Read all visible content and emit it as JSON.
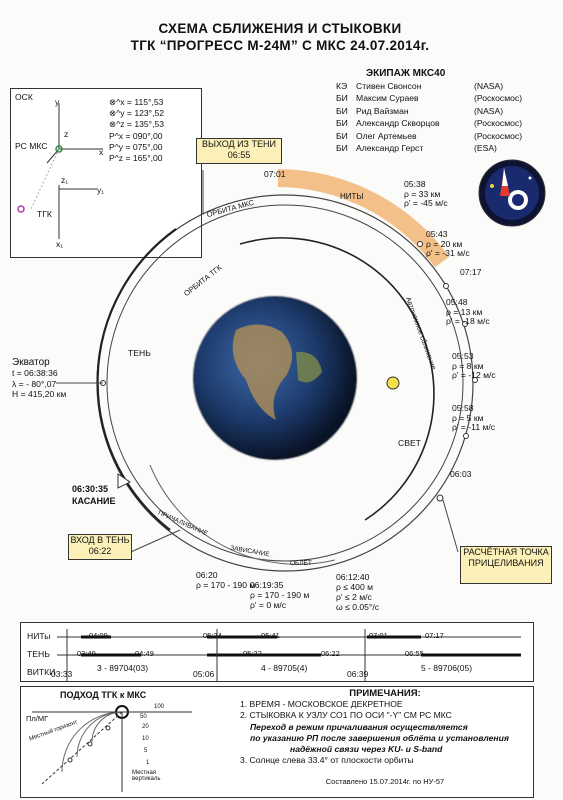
{
  "title": {
    "line1": "СХЕМА СБЛИЖЕНИЯ И СТЫКОВКИ",
    "line2": "ТГК “ПРОГРЕСС М-24М”  С МКС  24.07.2014г."
  },
  "crew": {
    "heading": "ЭКИПАЖ  МКС40",
    "members": [
      {
        "role": "КЭ",
        "name": "Стивен Свонсон",
        "agency": "(NASA)"
      },
      {
        "role": "БИ",
        "name": "Максим Сураев",
        "agency": "(Роскосмос)"
      },
      {
        "role": "БИ",
        "name": "Рид Вайзман",
        "agency": "(NASA)"
      },
      {
        "role": "БИ",
        "name": "Александр Скворцов",
        "agency": "(Роскосмос)"
      },
      {
        "role": "БИ",
        "name": "Олег Артемьев",
        "agency": "(Роскосмос)"
      },
      {
        "role": "БИ",
        "name": "Александр Герст",
        "agency": "(ESA)"
      }
    ]
  },
  "osk": {
    "label": "ОСК",
    "rs_mks": "РС МКС",
    "tgk": "ТГК",
    "angles": [
      "⊗^x = 115°,53",
      "⊗^y = 123°,52",
      "⊗^z = 135°,53",
      "P^x = 090°,00",
      "P^y = 075°,00",
      "P^z = 165°,00"
    ],
    "axis_x": "x",
    "axis_y": "y",
    "axis_z": "z",
    "axis_x1": "x₁",
    "axis_y1": "y₁",
    "axis_z1": "z₁"
  },
  "events": {
    "exit_shadow": "ВЫХОД ИЗ ТЕНИ",
    "exit_shadow_time": "06:55",
    "enter_shadow": "ВХОД В ТЕНЬ",
    "enter_shadow_time": "06:22",
    "aim_point": "РАСЧЁТНАЯ ТОЧКА ПРИЦЕЛИВАНИЯ",
    "contact_time": "06:30:35",
    "contact": "КАСАНИЕ"
  },
  "orbit_labels": {
    "mks_orbit": "ОРБИТА МКС",
    "tgk_orbit": "ОРБИТА ТГК",
    "shadow": "ТЕНЬ",
    "light": "СВЕТ",
    "nity": "НИТЫ",
    "auto_approach": "Автономное сближение",
    "mooring": "ПРИЧАЛИВАНИЕ",
    "hovering": "ЗАВИСАНИЕ",
    "flyaround": "ОБЛЁТ"
  },
  "equator": {
    "label": "Экватор",
    "t": "t = 06:38:36",
    "lambda": "λ = - 80°,07",
    "h": "H = 415,20 км"
  },
  "checkpoints": [
    {
      "time": "07:01"
    },
    {
      "time": "05:38",
      "rho": "ρ = 33 км",
      "rhodot": "ρ' = -45 м/с"
    },
    {
      "time": "05:43",
      "rho": "ρ = 20 км",
      "rhodot": "ρ' = -31 м/с"
    },
    {
      "time": "07:17"
    },
    {
      "time": "05:48",
      "rho": "ρ = 13 км",
      "rhodot": "ρ' = -18 м/с"
    },
    {
      "time": "05:53",
      "rho": "ρ = 8 км",
      "rhodot": "ρ' = -12 м/с"
    },
    {
      "time": "05:58",
      "rho": "ρ = 5 км",
      "rhodot": "ρ' = -11 м/с"
    },
    {
      "time": "06:03"
    }
  ],
  "bottom_points": {
    "p1_time": "06:20",
    "p1_rho": "ρ = 170 - 190 м",
    "p2_time": "06:19:35",
    "p2_rho": "ρ = 170 - 190 м",
    "p2_rhodot": "ρ' = 0 м/с",
    "p3_time": "06:12:40",
    "p3_rho": "ρ ≤ 400 м",
    "p3_rhodot": "ρ' ≤ 2 м/с",
    "p3_omega": "ω ≤ 0.05°/с"
  },
  "timeline": {
    "nity_label": "НИТы",
    "shadow_label": "ТЕНЬ",
    "orbits_label": "ВИТКИ",
    "nity_times": [
      "04:09",
      "05:24",
      "05:41",
      "07:01",
      "07:17"
    ],
    "shadow_times": [
      "03:49",
      "04:49",
      "05:22",
      "06:22",
      "06:55"
    ],
    "orbit_times": [
      "03:33",
      "05:06",
      "06:39"
    ],
    "orbit_numbers": [
      "3 - 89704(03)",
      "4 - 89705(4)",
      "5 - 89706(05)"
    ]
  },
  "approach": {
    "title": "ПОДХОД ТГК к МКС",
    "plmg": "Пл/МГ",
    "vert": "Местная вертикаль",
    "horiz": "Местный горизонт",
    "scale": [
      "100",
      "50",
      "20",
      "10",
      "5",
      "1"
    ]
  },
  "notes": {
    "heading": "ПРИМЕЧАНИЯ:",
    "n1": "1. ВРЕМЯ - МОСКОВСКОЕ ДЕКРЕТНОЕ",
    "n2": "2. СТЫКОВКА К УЗЛУ СО1 ПО ОСИ \"-Y\" СМ РС МКС",
    "n2a": "Переход в режим причаливания осуществляется",
    "n2b": "по указанию РП  после завершения облёта и установления",
    "n2c": "надёжной связи  через KU- и S-band",
    "n3": "3. Солнце слева 33.4° от плоскости орбиты",
    "footer": "Составлено 15.07.2014г. по НУ-57"
  },
  "colors": {
    "accent": "#f3c089",
    "box": "#fbf0b8",
    "ocean": "#1d3a6b"
  }
}
